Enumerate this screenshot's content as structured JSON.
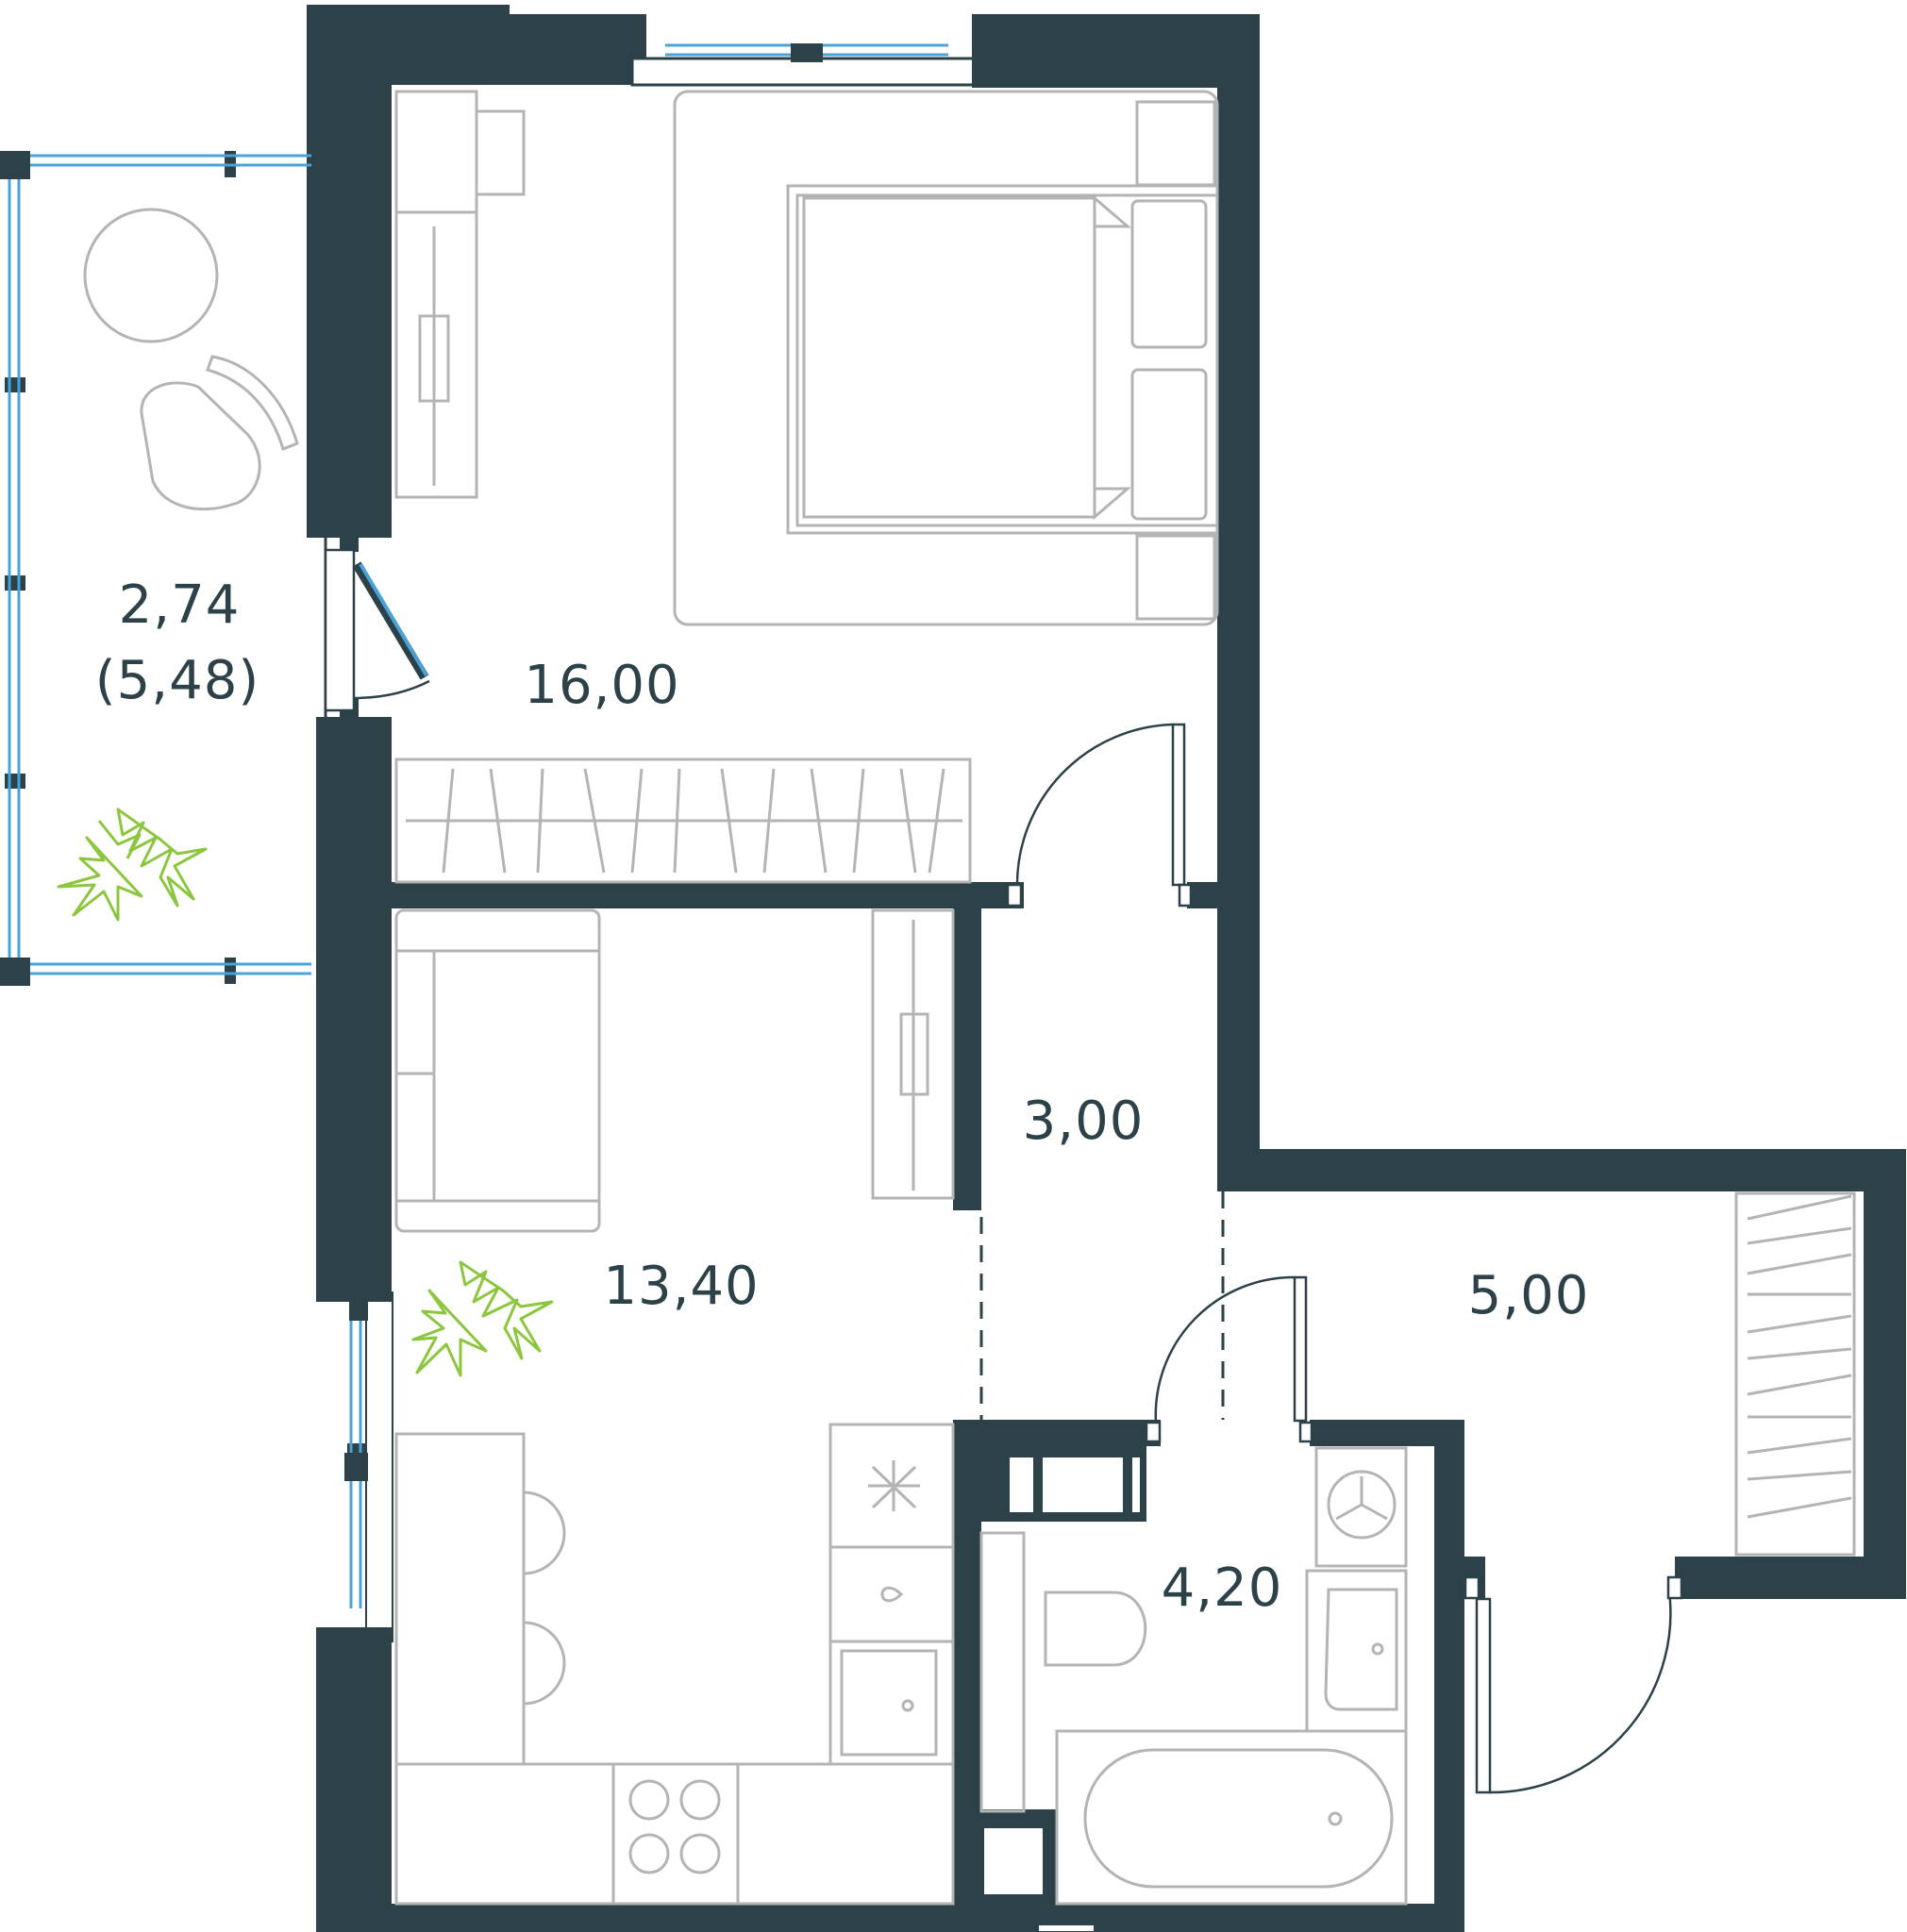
{
  "rooms": {
    "balcony": {
      "area": "2,74",
      "area_full": "(5,48)"
    },
    "bedroom": {
      "area": "16,00"
    },
    "hall": {
      "area": "3,00"
    },
    "living_kitchen": {
      "area": "13,40"
    },
    "storage": {
      "area": "5,00"
    },
    "bathroom": {
      "area": "4,20"
    }
  },
  "colors": {
    "wall": "#2d4148",
    "furniture": "#b4b4b4",
    "glass": "#4aa3d8",
    "plant": "#8cc63f"
  },
  "icons": [
    "plant-icon",
    "bed-icon",
    "wardrobe-icon",
    "sofa-icon",
    "stove-icon",
    "sink-icon",
    "toilet-icon",
    "bathtub-icon",
    "washing-machine-icon",
    "table-icon",
    "chair-icon",
    "door-icon",
    "window-icon"
  ]
}
